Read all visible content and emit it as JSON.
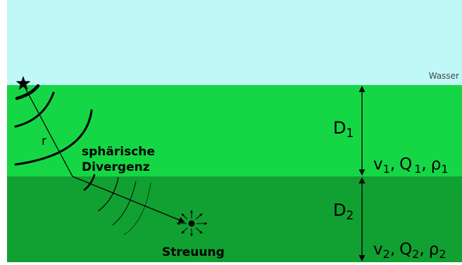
{
  "labels": {
    "water": "Wasser",
    "radius": "r",
    "divergence_line1": "sphärische",
    "divergence_line2": "Divergenz",
    "scattering": "Streuung",
    "d1_main": "D",
    "d1_sub": "1",
    "d2_main": "D",
    "d2_sub": "2"
  },
  "layer1_params": {
    "v": "v",
    "v_sub": "1",
    "sep1": ",",
    "q": "Q",
    "q_sub": "1",
    "sep2": ",",
    "rho": "ρ",
    "rho_sub": "1"
  },
  "layer2_params": {
    "v": "v",
    "v_sub": "2",
    "sep1": ",",
    "q": "Q",
    "q_sub": "2",
    "sep2": ",",
    "rho": "ρ",
    "rho_sub": "2"
  },
  "colors": {
    "water": "#c0f7f7",
    "layer1": "#15d745",
    "layer2": "#11a032",
    "ink": "#000000",
    "water_label": "#444444"
  },
  "icons": {
    "source": "star-icon",
    "scatterer": "scatter-point-icon"
  }
}
